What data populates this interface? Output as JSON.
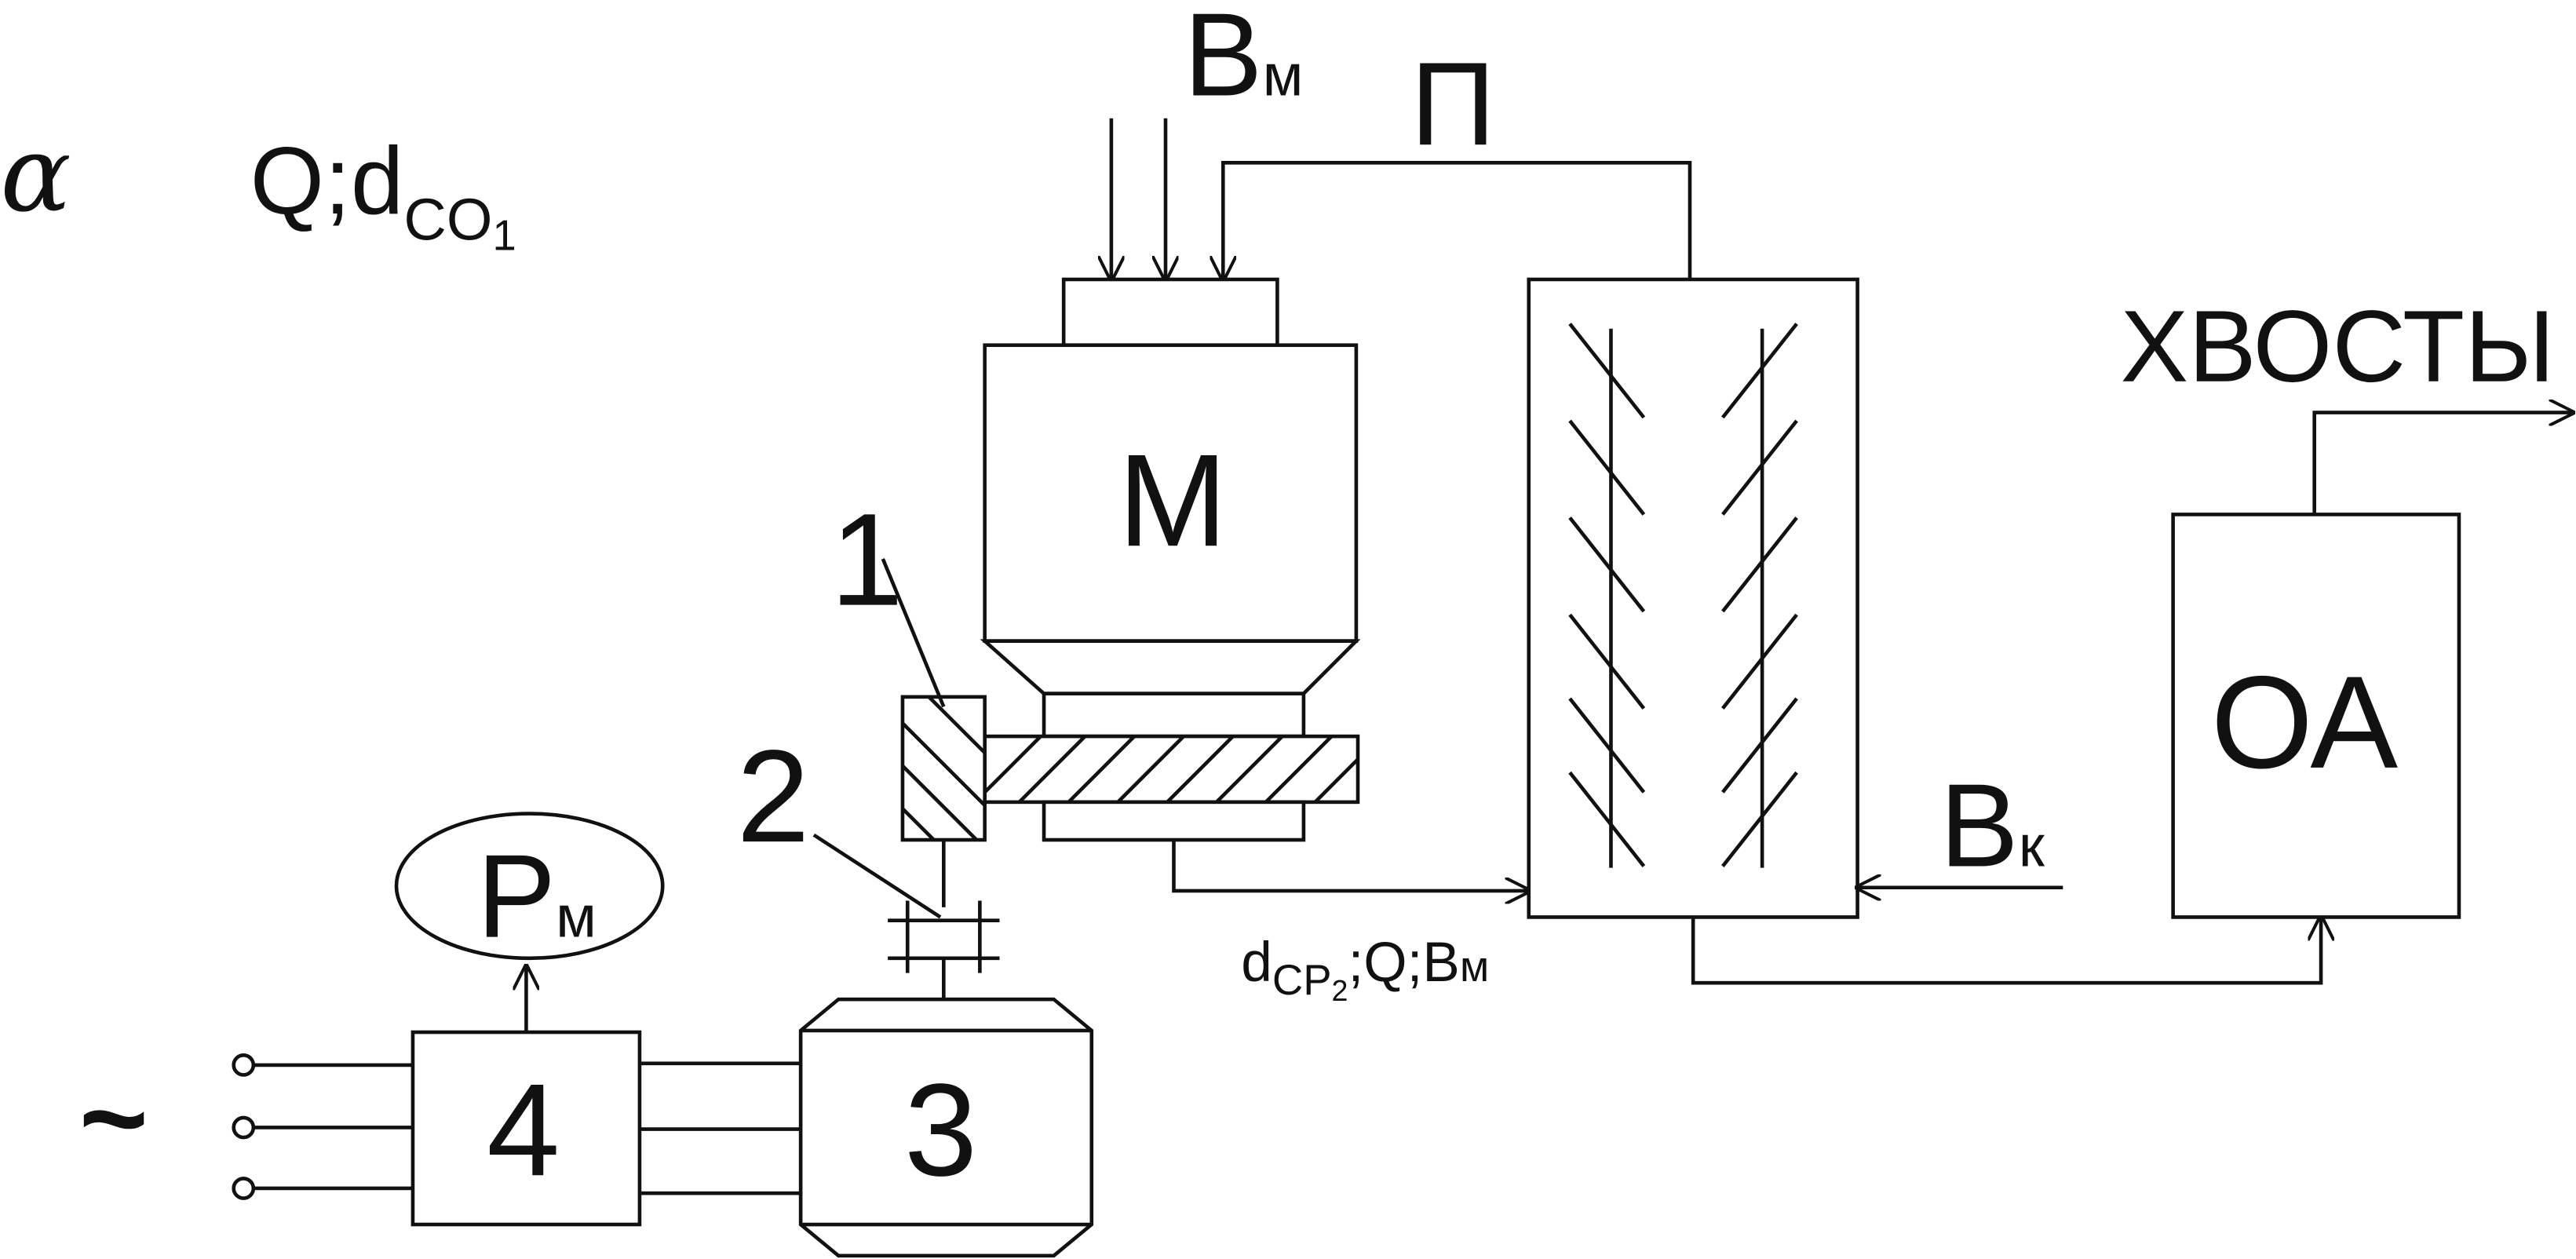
{
  "symbols": {
    "alpha": "α",
    "q_d": {
      "main": "Q;d",
      "sub": "CO",
      "sub2": "1"
    },
    "water_mill": {
      "main": "B",
      "sub": "м"
    },
    "sands": "П",
    "mill": "М",
    "label_1": "1",
    "label_2": "2",
    "pm": {
      "main": "P",
      "sub": "м"
    },
    "block_4": "4",
    "block_3": "3",
    "ac": "~",
    "classifier_out": {
      "d": "d",
      "d_sub": "CP",
      "d_sub2": "2",
      "rest": ";Q;B",
      "rest_sub": "м"
    },
    "water_cls": {
      "main": "B",
      "sub": "к"
    },
    "tails": "ХВОСТЫ",
    "oa": "ОА"
  }
}
